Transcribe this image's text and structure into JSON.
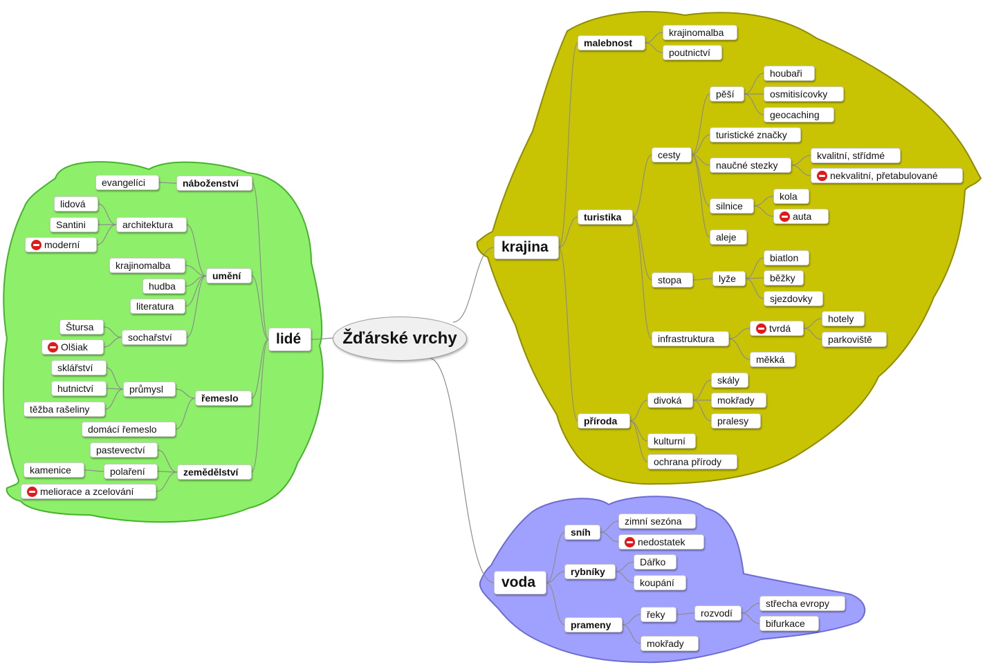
{
  "center": "Žďárské vrchy",
  "colors": {
    "lide_fill": "#8ef06a",
    "lide_stroke": "#46b22c",
    "krajina_fill": "#c9c403",
    "krajina_stroke": "#8f8b02",
    "voda_fill": "#a0a0ff",
    "voda_stroke": "#6b6bd4",
    "connector": "#8c8c8c",
    "stop_icon": "#e0191b"
  },
  "icons": {
    "stop": "no-entry-icon"
  },
  "branches": [
    {
      "label": "lidé",
      "children": [
        {
          "label": "náboženství",
          "children": [
            {
              "label": "evangelíci"
            }
          ]
        },
        {
          "label": "umění",
          "children": [
            {
              "label": "architektura",
              "children": [
                {
                  "label": "lidová"
                },
                {
                  "label": "Santini"
                },
                {
                  "label": "moderní",
                  "icon": "stop"
                }
              ]
            },
            {
              "label": "krajinomalba"
            },
            {
              "label": "hudba"
            },
            {
              "label": "literatura"
            },
            {
              "label": "sochařství",
              "children": [
                {
                  "label": "Štursa"
                },
                {
                  "label": "Olšiak",
                  "icon": "stop"
                }
              ]
            }
          ]
        },
        {
          "label": "řemeslo",
          "children": [
            {
              "label": "průmysl",
              "children": [
                {
                  "label": "sklářství"
                },
                {
                  "label": "hutnictví"
                },
                {
                  "label": "těžba rašeliny"
                }
              ]
            },
            {
              "label": "domácí řemeslo"
            }
          ]
        },
        {
          "label": "zemědělství",
          "children": [
            {
              "label": "pastevectví"
            },
            {
              "label": "polaření",
              "children": [
                {
                  "label": "kamenice"
                }
              ]
            },
            {
              "label": "meliorace a zcelování",
              "icon": "stop"
            }
          ]
        }
      ]
    },
    {
      "label": "krajina",
      "children": [
        {
          "label": "malebnost",
          "children": [
            {
              "label": "krajinomalba"
            },
            {
              "label": "poutnictví"
            }
          ]
        },
        {
          "label": "turistika",
          "children": [
            {
              "label": "cesty",
              "children": [
                {
                  "label": "pěší",
                  "children": [
                    {
                      "label": "houbaři"
                    },
                    {
                      "label": "osmitisícovky"
                    },
                    {
                      "label": "geocaching"
                    }
                  ]
                },
                {
                  "label": "turistické značky"
                },
                {
                  "label": "naučné stezky",
                  "children": [
                    {
                      "label": "kvalitní, střídmé"
                    },
                    {
                      "label": "nekvalitní, přetabulované",
                      "icon": "stop"
                    }
                  ]
                },
                {
                  "label": "silnice",
                  "children": [
                    {
                      "label": "kola"
                    },
                    {
                      "label": "auta",
                      "icon": "stop"
                    }
                  ]
                },
                {
                  "label": "aleje"
                }
              ]
            },
            {
              "label": "stopa",
              "children": [
                {
                  "label": "lyže",
                  "children": [
                    {
                      "label": "biatlon"
                    },
                    {
                      "label": "běžky"
                    },
                    {
                      "label": "sjezdovky"
                    }
                  ]
                }
              ]
            },
            {
              "label": "infrastruktura",
              "children": [
                {
                  "label": "tvrdá",
                  "icon": "stop",
                  "children": [
                    {
                      "label": "hotely"
                    },
                    {
                      "label": "parkoviště"
                    }
                  ]
                },
                {
                  "label": "měkká"
                }
              ]
            }
          ]
        },
        {
          "label": "příroda",
          "children": [
            {
              "label": "divoká",
              "children": [
                {
                  "label": "skály"
                },
                {
                  "label": "mokřady"
                },
                {
                  "label": "pralesy"
                }
              ]
            },
            {
              "label": "kulturní"
            },
            {
              "label": "ochrana přírody"
            }
          ]
        }
      ]
    },
    {
      "label": "voda",
      "children": [
        {
          "label": "sníh",
          "children": [
            {
              "label": "zimní sezóna"
            },
            {
              "label": "nedostatek",
              "icon": "stop"
            }
          ]
        },
        {
          "label": "rybníky",
          "children": [
            {
              "label": "Dářko"
            },
            {
              "label": "koupání"
            }
          ]
        },
        {
          "label": "prameny",
          "children": [
            {
              "label": "řeky",
              "children": [
                {
                  "label": "rozvodí",
                  "children": [
                    {
                      "label": "střecha evropy"
                    },
                    {
                      "label": "bifurkace"
                    }
                  ]
                }
              ]
            },
            {
              "label": "mokřady"
            }
          ]
        }
      ]
    }
  ]
}
